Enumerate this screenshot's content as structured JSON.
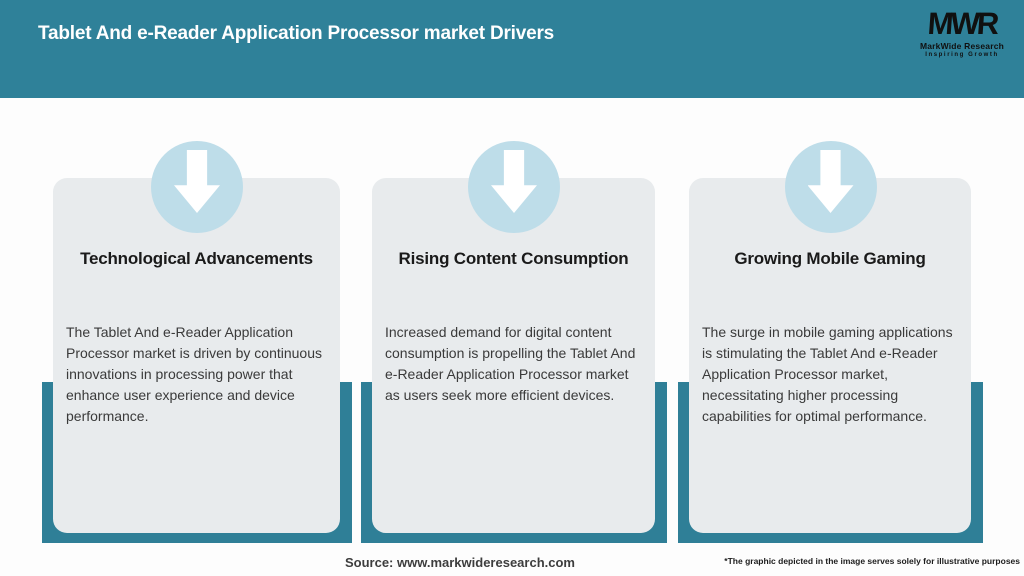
{
  "header": {
    "title": "Tablet And e-Reader Application Processor market Drivers",
    "logo": {
      "monogram": "MWR",
      "name": "MarkWide Research",
      "tagline": "Inspiring Growth"
    }
  },
  "cards": [
    {
      "icon": "down-arrow-icon",
      "title": "Technological Advancements",
      "body": "The Tablet And e-Reader Application Processor market is driven by continuous innovations in processing power that enhance user experience and device performance."
    },
    {
      "icon": "down-arrow-icon",
      "title": "Rising Content Consumption",
      "body": "Increased demand for digital content consumption is propelling the Tablet And e-Reader Application Processor market as users seek more efficient devices."
    },
    {
      "icon": "down-arrow-icon",
      "title": "Growing Mobile Gaming",
      "body": "The surge in mobile gaming applications is stimulating the Tablet And e-Reader Application Processor market, necessitating higher processing capabilities for optimal performance."
    }
  ],
  "footer": {
    "source": "Source: www.markwideresearch.com",
    "disclaimer": "*The graphic depicted in the image serves solely for illustrative purposes"
  },
  "colors": {
    "teal": "#2F8199",
    "frame_teal": "#2F7F97",
    "circle_blue": "#BEDDE9",
    "card_gray": "#E8EBED",
    "logo_black": "#101010"
  }
}
